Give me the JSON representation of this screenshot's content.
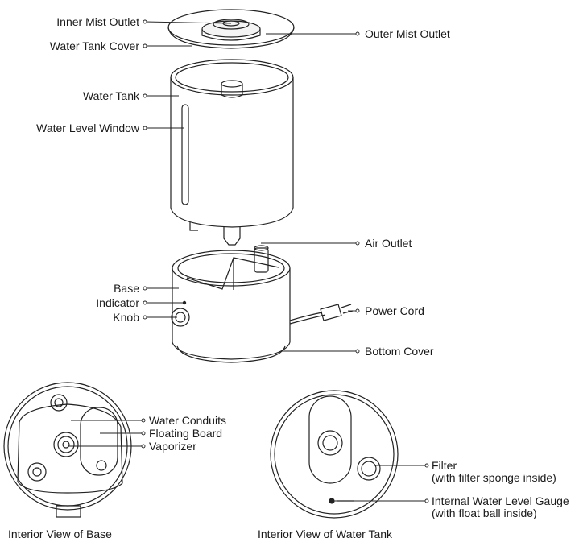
{
  "labels": {
    "inner_mist_outlet": "Inner Mist Outlet",
    "water_tank_cover": "Water Tank Cover",
    "outer_mist_outlet": "Outer Mist Outlet",
    "water_tank": "Water Tank",
    "water_level_window": "Water Level Window",
    "air_outlet": "Air Outlet",
    "base": "Base",
    "indicator": "Indicator",
    "knob": "Knob",
    "power_cord": "Power Cord",
    "bottom_cover": "Bottom Cover",
    "water_conduits": "Water Conduits",
    "floating_board": "Floating Board",
    "vaporizer": "Vaporizer",
    "filter": "Filter",
    "filter_note": "(with filter sponge inside)",
    "internal_gauge": "Internal Water Level Gauge",
    "internal_gauge_note": "(with float ball inside)"
  },
  "captions": {
    "base_interior": "Interior View of Base",
    "tank_interior": "Interior View of Water Tank"
  }
}
